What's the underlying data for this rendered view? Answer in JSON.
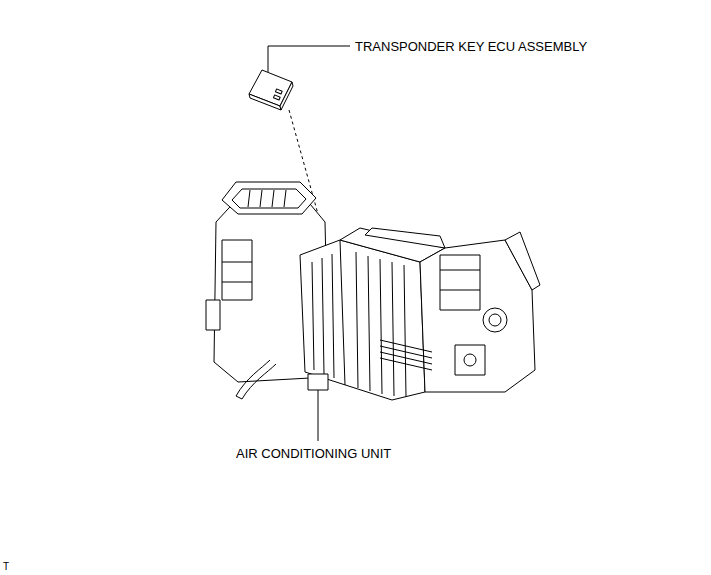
{
  "diagram": {
    "labels": [
      "TRANSPONDER KEY ECU ASSEMBLY",
      "AIR CONDITIONING UNIT",
      "T"
    ]
  }
}
